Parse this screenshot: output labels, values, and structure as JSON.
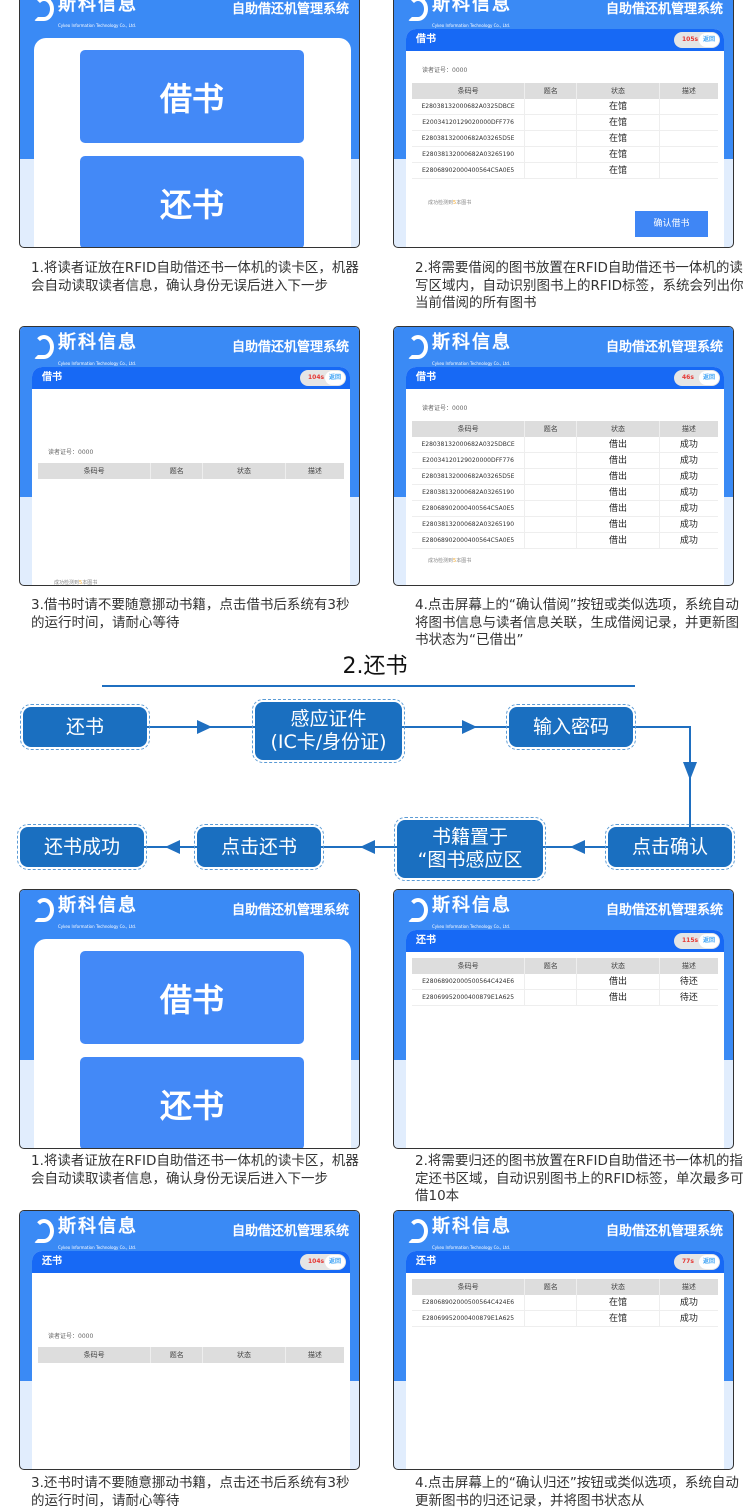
{
  "brand": {
    "name": "斯科信息",
    "en": "Cykeo Information Technology Co., Ltd.",
    "system": "自助借还机管理系统"
  },
  "colors": {
    "header": "#3a8af5",
    "tab": "#1769f5",
    "flow": "#1a6fc0"
  },
  "labels": {
    "barcode": "条码号",
    "title": "题名",
    "status": "状态",
    "desc": "描述",
    "back": "返回",
    "reader": "读者证号：0000",
    "borrow": "借书",
    "return": "还书"
  },
  "panels": [
    {
      "type": "home",
      "btn1": "借书",
      "btn2": "还书"
    },
    {
      "type": "table",
      "tab": "借书",
      "timer": "105s",
      "showReader": true,
      "rows": [
        [
          "E28038132000682A0325DBCE",
          "",
          "在馆",
          ""
        ],
        [
          "E20034120129020000DFF776",
          "",
          "在馆",
          ""
        ],
        [
          "E28038132000682A03265D5E",
          "",
          "在馆",
          ""
        ],
        [
          "E28038132000682A03265190",
          "",
          "在馆",
          ""
        ],
        [
          "E28068902000400564C5A0E5",
          "",
          "在馆",
          ""
        ]
      ],
      "count_pre": "成功检测到",
      "count_n": "5",
      "count_post": "本图书",
      "confirm": "确认借书"
    },
    {
      "type": "blank",
      "tab": "借书",
      "timer": "104s",
      "count_pre": "成功检测到",
      "count_n": "5",
      "count_post": "本图书"
    },
    {
      "type": "table",
      "tab": "借书",
      "timer": "46s",
      "showReader": true,
      "rows": [
        [
          "E28038132000682A0325DBCE",
          "",
          "借出",
          "成功"
        ],
        [
          "E20034120129020000DFF776",
          "",
          "借出",
          "成功"
        ],
        [
          "E28038132000682A03265D5E",
          "",
          "借出",
          "成功"
        ],
        [
          "E28038132000682A03265190",
          "",
          "借出",
          "成功"
        ],
        [
          "E28068902000400564C5A0E5",
          "",
          "借出",
          "成功"
        ],
        [
          "E28038132000682A03265190",
          "",
          "借出",
          "成功"
        ],
        [
          "E28068902000400564C5A0E5",
          "",
          "借出",
          "成功"
        ]
      ],
      "count_pre": "成功检测到",
      "count_n": "5",
      "count_post": "本图书"
    },
    {
      "type": "home",
      "btn1": "借书",
      "btn2": "还书"
    },
    {
      "type": "table",
      "tab": "还书",
      "timer": "115s",
      "showReader": false,
      "rows": [
        [
          "E28068902000500564C424E6",
          "",
          "借出",
          "待还"
        ],
        [
          "E28069952000400879E1A625",
          "",
          "借出",
          "待还"
        ]
      ]
    },
    {
      "type": "blank",
      "tab": "还书",
      "timer": "104s"
    },
    {
      "type": "table",
      "tab": "还书",
      "timer": "77s",
      "showReader": false,
      "rows": [
        [
          "E28068902000500564C424E6",
          "",
          "在馆",
          "成功"
        ],
        [
          "E28069952000400879E1A625",
          "",
          "在馆",
          "成功"
        ]
      ]
    }
  ],
  "captions": [
    "1.将读者证放在RFID自助借还书一体机的读卡区，机器会自动读取读者信息，确认身份无误后进入下一步",
    "2.将需要借阅的图书放置在RFID自助借还书一体机的读写区域内，自动识别图书上的RFID标签，系统会列出你当前借阅的所有图书",
    "3.借书时请不要随意挪动书籍，点击借书后系统有3秒的运行时间，请耐心等待",
    "4.点击屏幕上的“确认借阅”按钮或类似选项，系统自动将图书信息与读者信息关联，生成借阅记录，并更新图书状态为“已借出”",
    "1.将读者证放在RFID自助借还书一体机的读卡区，机器会自动读取读者信息，确认身份无误后进入下一步",
    "2.将需要归还的图书放置在RFID自助借还书一体机的指定还书区域，自动识别图书上的RFID标签，单次最多可借10本",
    "3.还书时请不要随意挪动书籍，点击还书后系统有3秒的运行时间，请耐心等待",
    "4.点击屏幕上的“确认归还”按钮或类似选项，系统自动更新图书的归还记录，并将图书状态从"
  ],
  "flow": {
    "title": "2.还书",
    "steps": [
      "还书",
      "感应证件\n(IC卡/身份证)",
      "输入密码",
      "点击确认",
      "书籍置于\n“图书感应区",
      "点击还书",
      "还书成功"
    ]
  }
}
